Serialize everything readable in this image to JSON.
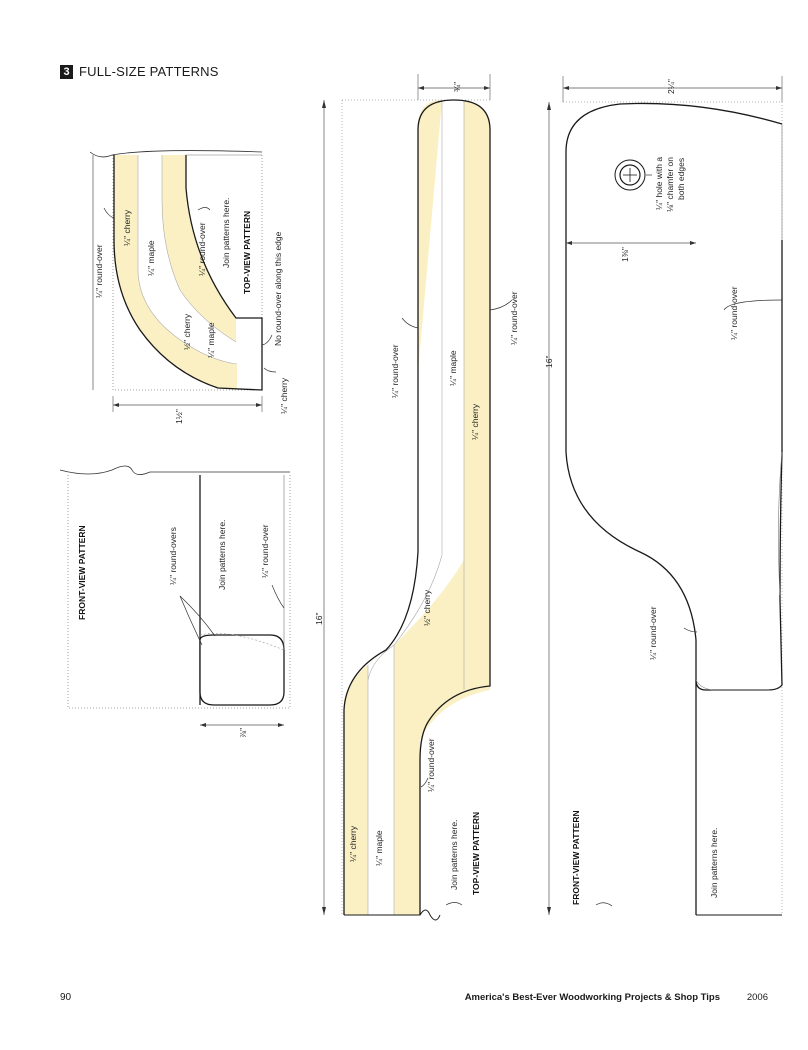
{
  "header": {
    "number": "3",
    "title": "FULL-SIZE PATTERNS"
  },
  "labels": {
    "r14": "¼\" round-over",
    "r14s": "¼\" round-overs",
    "cherry14": "¼\" cherry",
    "maple14": "¼\" maple",
    "cherry12": "½\" cherry",
    "join": "Join patterns here.",
    "top_view": "TOP-VIEW PATTERN",
    "front_view": "FRONT-VIEW PATTERN",
    "no_roundover": "No round-over along this edge",
    "hole_note": [
      "¼\" hole with a",
      "⅛\" chamfer on",
      "both edges"
    ]
  },
  "dims": {
    "d1_half": "1½\"",
    "d7_8": "⅞\"",
    "d3_4": "¾\"",
    "d16": "16\"",
    "d2_1_4": "2¼\"",
    "d1_3_8": "1⅜\""
  },
  "colors": {
    "cherry_fill": "#faf0c4",
    "outline": "#1a1a1a",
    "dim": "#555555"
  },
  "footer": {
    "page_number": "90",
    "book_title": "America's Best-Ever Woodworking Projects & Shop Tips",
    "year": "2006"
  }
}
